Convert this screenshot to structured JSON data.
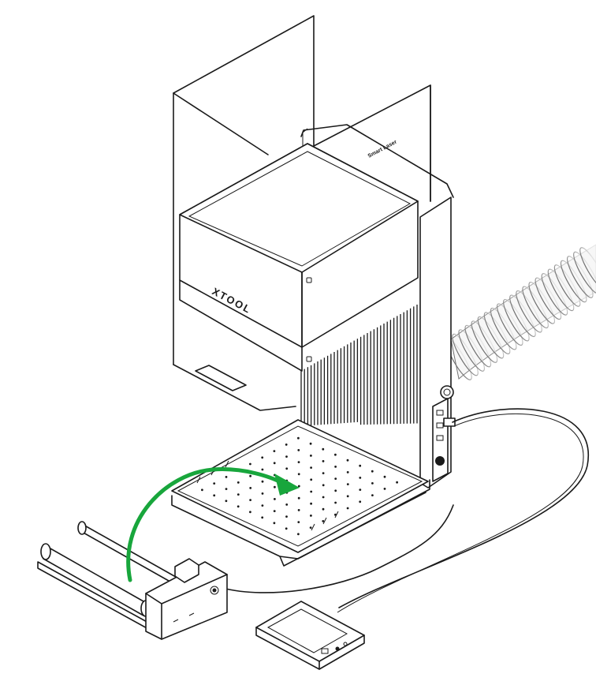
{
  "brand": {
    "logo_text": "XTOOL",
    "lid_text": "Smart Laser"
  },
  "colors": {
    "arrow": "#18a63c",
    "line": "#1a1a1a",
    "hose": "#9a9a9a",
    "background": "#ffffff"
  },
  "components": {
    "machine": "laser-cutter",
    "riser": "riser-base",
    "accessory": "rotary-attachment",
    "controller": "handheld-controller",
    "exhaust": "exhaust-hose"
  },
  "arrow": {
    "from": "rotary-attachment",
    "to": "honeycomb-panel"
  }
}
